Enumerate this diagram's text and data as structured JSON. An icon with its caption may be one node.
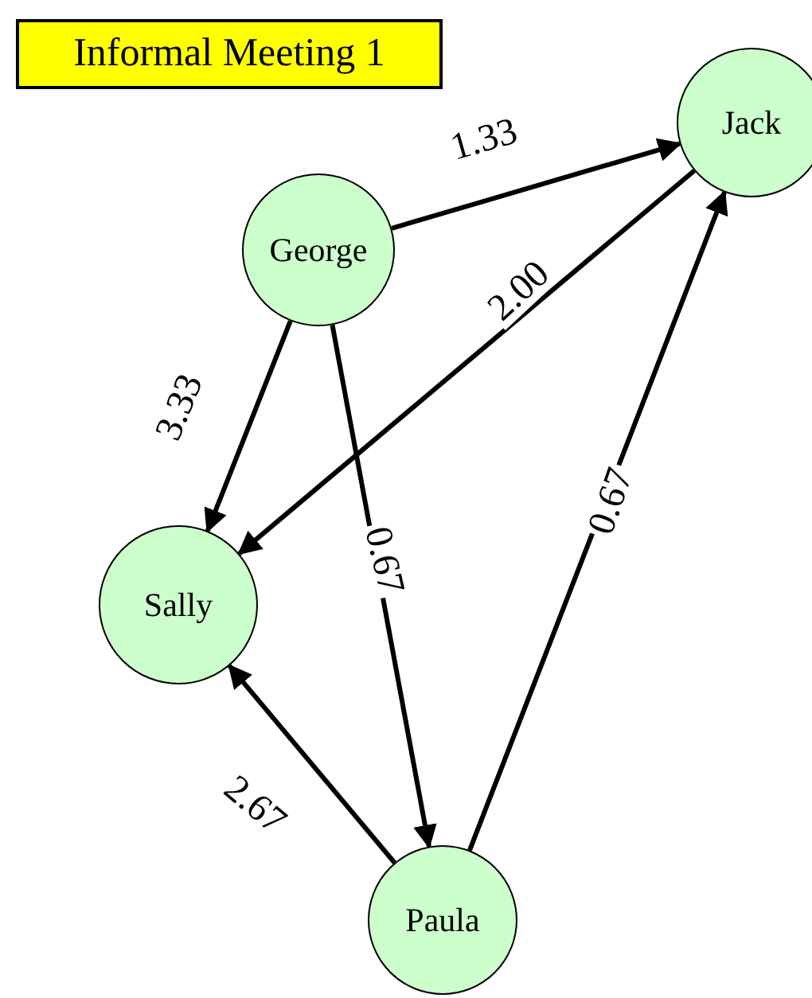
{
  "diagram": {
    "title": "Informal Meeting 1",
    "nodes": [
      {
        "text": [
          "George"
        ]
      },
      {
        "text": [
          "Jack"
        ]
      },
      {
        "text": [
          "Sally"
        ]
      },
      {
        "text": [
          "Paula"
        ]
      }
    ],
    "edges": [
      {
        "from": 0,
        "to": 1,
        "arrow": "to",
        "label": "1.33"
      },
      {
        "from": 1,
        "to": 2,
        "arrow": "to",
        "label": "2.00"
      },
      {
        "from": 0,
        "to": 2,
        "arrow": "to",
        "label": "3.33"
      },
      {
        "from": 0,
        "to": 3,
        "arrow": "to",
        "label": "0.67"
      },
      {
        "from": 3,
        "to": 1,
        "arrow": "to",
        "label": "0.67"
      },
      {
        "from": 3,
        "to": 2,
        "arrow": "to",
        "label": "2.67"
      }
    ]
  }
}
